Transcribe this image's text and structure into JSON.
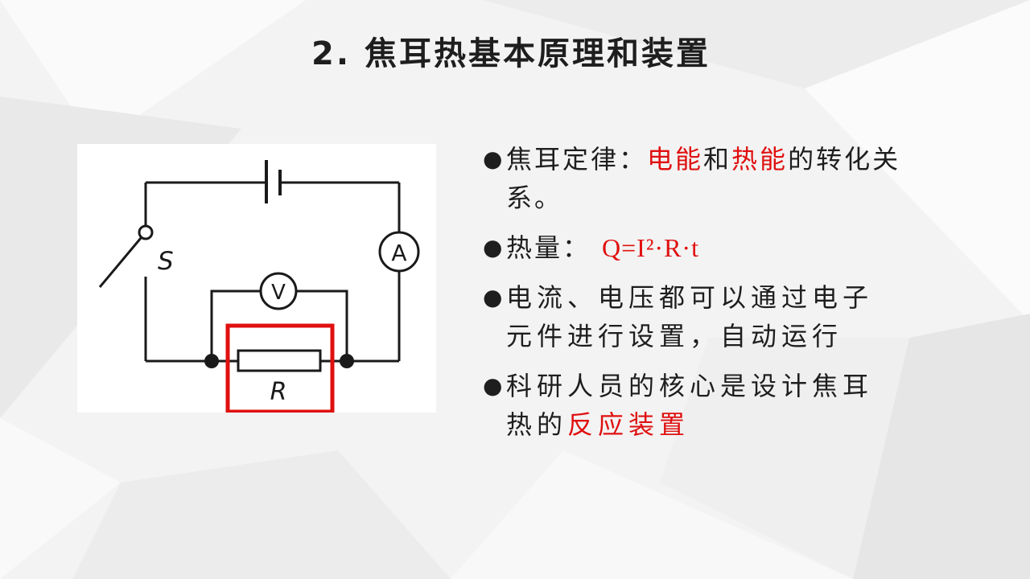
{
  "slide": {
    "title": "2.  焦耳热基本原理和装置",
    "colors": {
      "highlight": "#e01010",
      "text": "#1e1e1e",
      "box": "#e01010"
    }
  },
  "diagram": {
    "labels": {
      "switch": "S",
      "ammeter": "A",
      "voltmeter": "V",
      "resistor": "R"
    }
  },
  "bullets": {
    "b1": {
      "prefix": "焦耳定律：",
      "hl1": "电能",
      "mid": "和",
      "hl2": "热能",
      "suffix": "的转化关系。"
    },
    "b2": {
      "prefix": "热量：",
      "formula": "Q=I²·R·t"
    },
    "b3": {
      "text": "电流、电压都可以通过电子元件进行设置，自动运行"
    },
    "b4": {
      "prefix": "科研人员的核心是设计焦耳热的",
      "hl": "反应装置"
    }
  }
}
